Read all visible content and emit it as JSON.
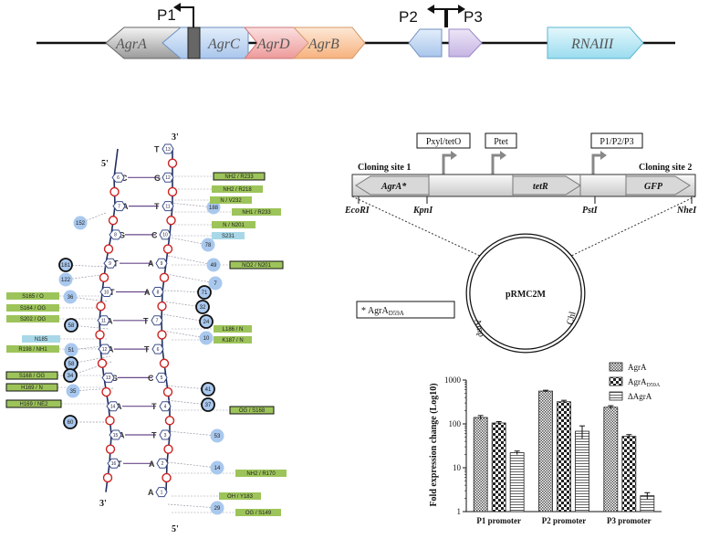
{
  "operon": {
    "genes": [
      "AgrA",
      "AgrC",
      "AgrD",
      "AgrB",
      "RNAIII"
    ],
    "promoters": [
      "P1",
      "P2",
      "P3"
    ]
  },
  "dna": {
    "end_labels": {
      "top_right": "3'",
      "top_left": "5'",
      "bottom_left": "3'",
      "bottom_right": "5'"
    },
    "pairs": [
      {
        "left": "",
        "right": "T",
        "ln": "",
        "rn": "13"
      },
      {
        "left": "C",
        "right": "G",
        "ln": "6",
        "rn": "12"
      },
      {
        "left": "A",
        "right": "T",
        "ln": "7",
        "rn": "11"
      },
      {
        "left": "G",
        "right": "C",
        "ln": "8",
        "rn": "10"
      },
      {
        "left": "T",
        "right": "A",
        "ln": "9",
        "rn": "9"
      },
      {
        "left": "T",
        "right": "A",
        "ln": "10",
        "rn": "8"
      },
      {
        "left": "A",
        "right": "T",
        "ln": "11",
        "rn": "7"
      },
      {
        "left": "A",
        "right": "T",
        "ln": "12",
        "rn": "6"
      },
      {
        "left": "G",
        "right": "C",
        "ln": "13",
        "rn": "5"
      },
      {
        "left": "A",
        "right": "T",
        "ln": "14",
        "rn": "4"
      },
      {
        "left": "A",
        "right": "T",
        "ln": "15",
        "rn": "3"
      },
      {
        "left": "T",
        "right": "A",
        "ln": "16",
        "rn": "2"
      },
      {
        "left": "",
        "right": "A",
        "ln": "",
        "rn": "1"
      }
    ],
    "right_labels": [
      {
        "text": "NH2 / R233",
        "color": "green",
        "boxed": true
      },
      {
        "text": "NH2 / R218",
        "color": "green",
        "boxed": false
      },
      {
        "text": "N / V232",
        "color": "green",
        "boxed": false
      },
      {
        "text": "NH1 / R233",
        "color": "green",
        "boxed": false
      },
      {
        "text": "N / N201",
        "color": "green",
        "boxed": false
      },
      {
        "text": "S231",
        "color": "blue",
        "boxed": false
      },
      {
        "text": "NO2 / N201",
        "color": "green",
        "boxed": true
      },
      {
        "text": "L186 / N",
        "color": "green",
        "boxed": false
      },
      {
        "text": "K187 / N",
        "color": "green",
        "boxed": false
      },
      {
        "text": "OG / S168",
        "color": "green",
        "boxed": true
      },
      {
        "text": "NH2 / R170",
        "color": "green",
        "boxed": false
      },
      {
        "text": "OH / Y183",
        "color": "green",
        "boxed": false
      },
      {
        "text": "OG / S149",
        "color": "green",
        "boxed": false
      }
    ],
    "left_labels": [
      {
        "text": "S165 / O",
        "color": "green",
        "boxed": false
      },
      {
        "text": "S164 / OG",
        "color": "green",
        "boxed": false
      },
      {
        "text": "S202 / OG",
        "color": "green",
        "boxed": false
      },
      {
        "text": "N185",
        "color": "blue",
        "boxed": false
      },
      {
        "text": "R198 / NH1",
        "color": "green",
        "boxed": false
      },
      {
        "text": "S168 / OG",
        "color": "green",
        "boxed": true
      },
      {
        "text": "H169 / N",
        "color": "green",
        "boxed": true
      },
      {
        "text": "H169 / NE2",
        "color": "green",
        "boxed": true
      }
    ],
    "waters": [
      "152",
      "181",
      "122",
      "36",
      "58",
      "51",
      "58",
      "34",
      "35",
      "60",
      "188",
      "78",
      "49",
      "7",
      "71",
      "32",
      "24",
      "10",
      "41",
      "37",
      "53",
      "14",
      "29"
    ]
  },
  "plasmid": {
    "name": "pRMC2M",
    "boxes": [
      "Pxyl/tetO",
      "Ptet",
      "P1/P2/P3"
    ],
    "cloning_site_1": "Cloning site 1",
    "cloning_site_2": "Cloning site 2",
    "segments": [
      "AgrA*",
      "tetR",
      "GFP"
    ],
    "sites": [
      "EcoRI",
      "KpnI",
      "PstI",
      "NheI"
    ],
    "markers": [
      "Amp",
      "Chl"
    ],
    "note_prefix": "* AgrA",
    "note_sub": "D59A"
  },
  "chart_data": {
    "type": "bar",
    "categories": [
      "P1 promoter",
      "P2 promoter",
      "P3 promoter"
    ],
    "series": [
      {
        "name": "AgrA",
        "sub": "",
        "values": [
          140,
          560,
          240
        ],
        "errors": [
          15,
          25,
          20
        ],
        "pattern": "hatch"
      },
      {
        "name": "AgrA",
        "sub": "D59A",
        "values": [
          105,
          320,
          52
        ],
        "errors": [
          8,
          25,
          5
        ],
        "pattern": "check"
      },
      {
        "name": "ΔAgrA",
        "sub": "",
        "values": [
          22,
          68,
          2.3
        ],
        "errors": [
          2,
          22,
          0.4
        ],
        "pattern": "lines"
      }
    ],
    "ylabel": "Fold expression change (Log10)",
    "yscale": "log",
    "ylim": [
      1,
      1000
    ],
    "yticks": [
      "1",
      "10",
      "100",
      "1000"
    ],
    "legend": "top-right"
  }
}
